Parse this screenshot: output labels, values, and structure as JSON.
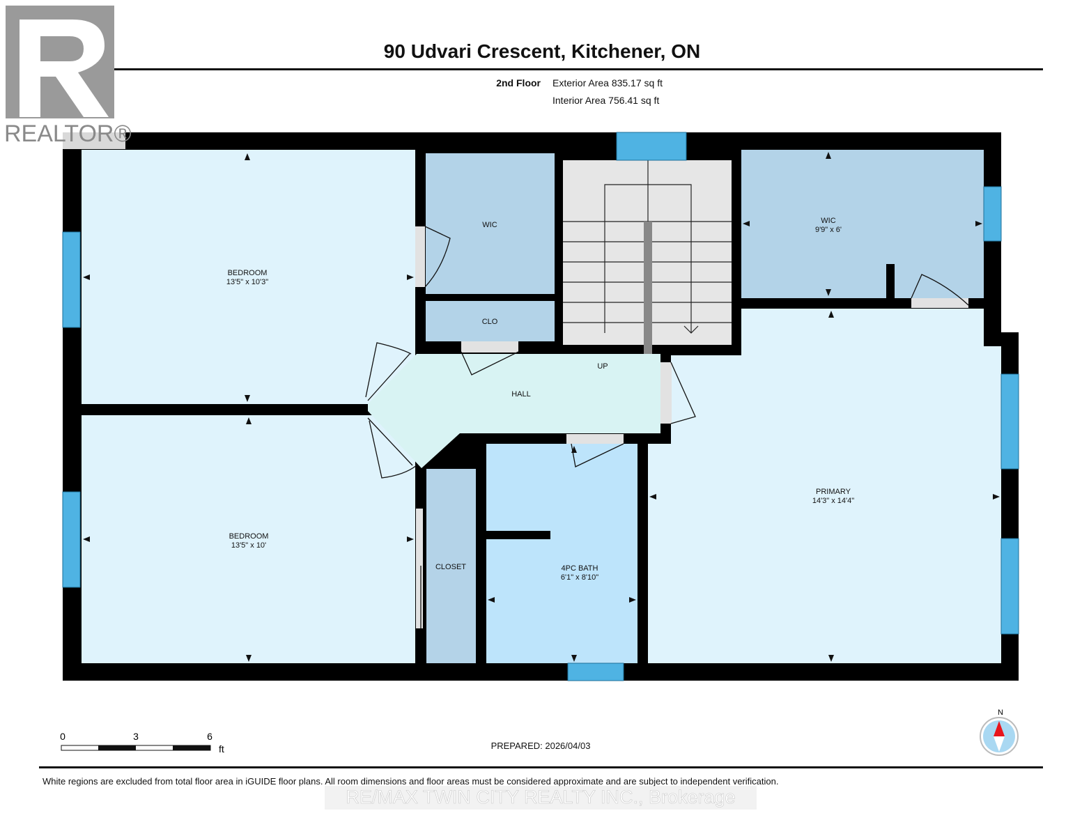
{
  "title": "90 Udvari Crescent, Kitchener, ON",
  "floor": {
    "name": "2nd Floor",
    "exterior_area": "Exterior Area 835.17 sq ft",
    "interior_area": "Interior Area 756.41 sq ft"
  },
  "rooms": [
    {
      "name": "BEDROOM",
      "dims": "13'5\" x 10'3\""
    },
    {
      "name": "BEDROOM",
      "dims": "13'5\" x 10'"
    },
    {
      "name": "WIC",
      "dims": ""
    },
    {
      "name": "CLO",
      "dims": ""
    },
    {
      "name": "WIC",
      "dims": "9'9\" x 6'"
    },
    {
      "name": "HALL",
      "dims": ""
    },
    {
      "name": "UP",
      "dims": ""
    },
    {
      "name": "PRIMARY",
      "dims": "14'3\" x 14'4\""
    },
    {
      "name": "CLOSET",
      "dims": ""
    },
    {
      "name": "4PC BATH",
      "dims": "6'1\" x 8'10\""
    }
  ],
  "scale": {
    "ticks": [
      "0",
      "3",
      "6"
    ],
    "unit": "ft"
  },
  "prepared": "PREPARED: 2026/04/03",
  "compass": {
    "label": "N"
  },
  "disclaimer": "White regions are excluded from total floor area in iGUIDE floor plans. All room dimensions and floor areas must be considered approximate and are subject to independent verification.",
  "watermark": "RE/MAX TWIN CITY REALTY INC., Brokerage",
  "logo": {
    "text": "REALTOR®"
  },
  "colors": {
    "bedroom": "#dff3fc",
    "wic": "#b3d3e8",
    "hall": "#d8f3f3",
    "bath": "#bde4fb",
    "stairs": "#e6e6e6",
    "window": "#4fb3e3",
    "wall": "#000000",
    "compass_needle": "#e8141b"
  }
}
